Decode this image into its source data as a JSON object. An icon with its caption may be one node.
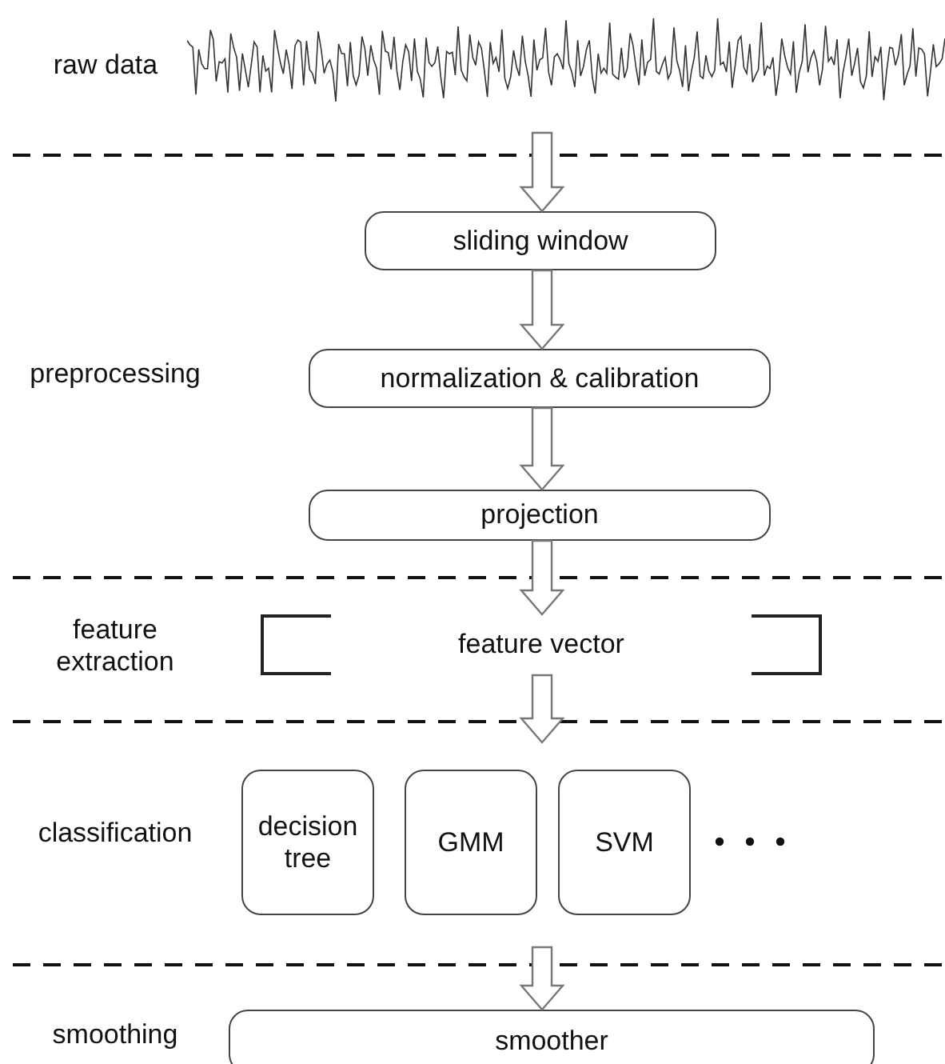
{
  "diagram": {
    "nodes": [
      {
        "text": [],
        "shape": "picture"
      },
      {
        "text": [
          "sliding window"
        ]
      },
      {
        "text": [
          "normalization & calibration"
        ]
      },
      {
        "text": [
          "projection"
        ]
      },
      {
        "text": [
          "feature vector"
        ]
      },
      {
        "text": [
          "decision tree"
        ]
      },
      {
        "text": [
          "GMM"
        ]
      },
      {
        "text": [
          "SVM"
        ]
      },
      {
        "text": [
          "smoother"
        ]
      }
    ],
    "edges": [
      {
        "from": 0,
        "to": 1,
        "arrow": "to"
      },
      {
        "from": 1,
        "to": 2,
        "arrow": "to"
      },
      {
        "from": 2,
        "to": 3,
        "arrow": "to"
      },
      {
        "from": 3,
        "to": 4,
        "arrow": "to"
      },
      {
        "from": 4,
        "to": null,
        "arrow": "to"
      },
      {
        "from": null,
        "to": 8,
        "arrow": "to"
      }
    ],
    "labels": [
      "raw data",
      "preprocessing",
      "feature extraction",
      "classification",
      "smoothing"
    ]
  }
}
